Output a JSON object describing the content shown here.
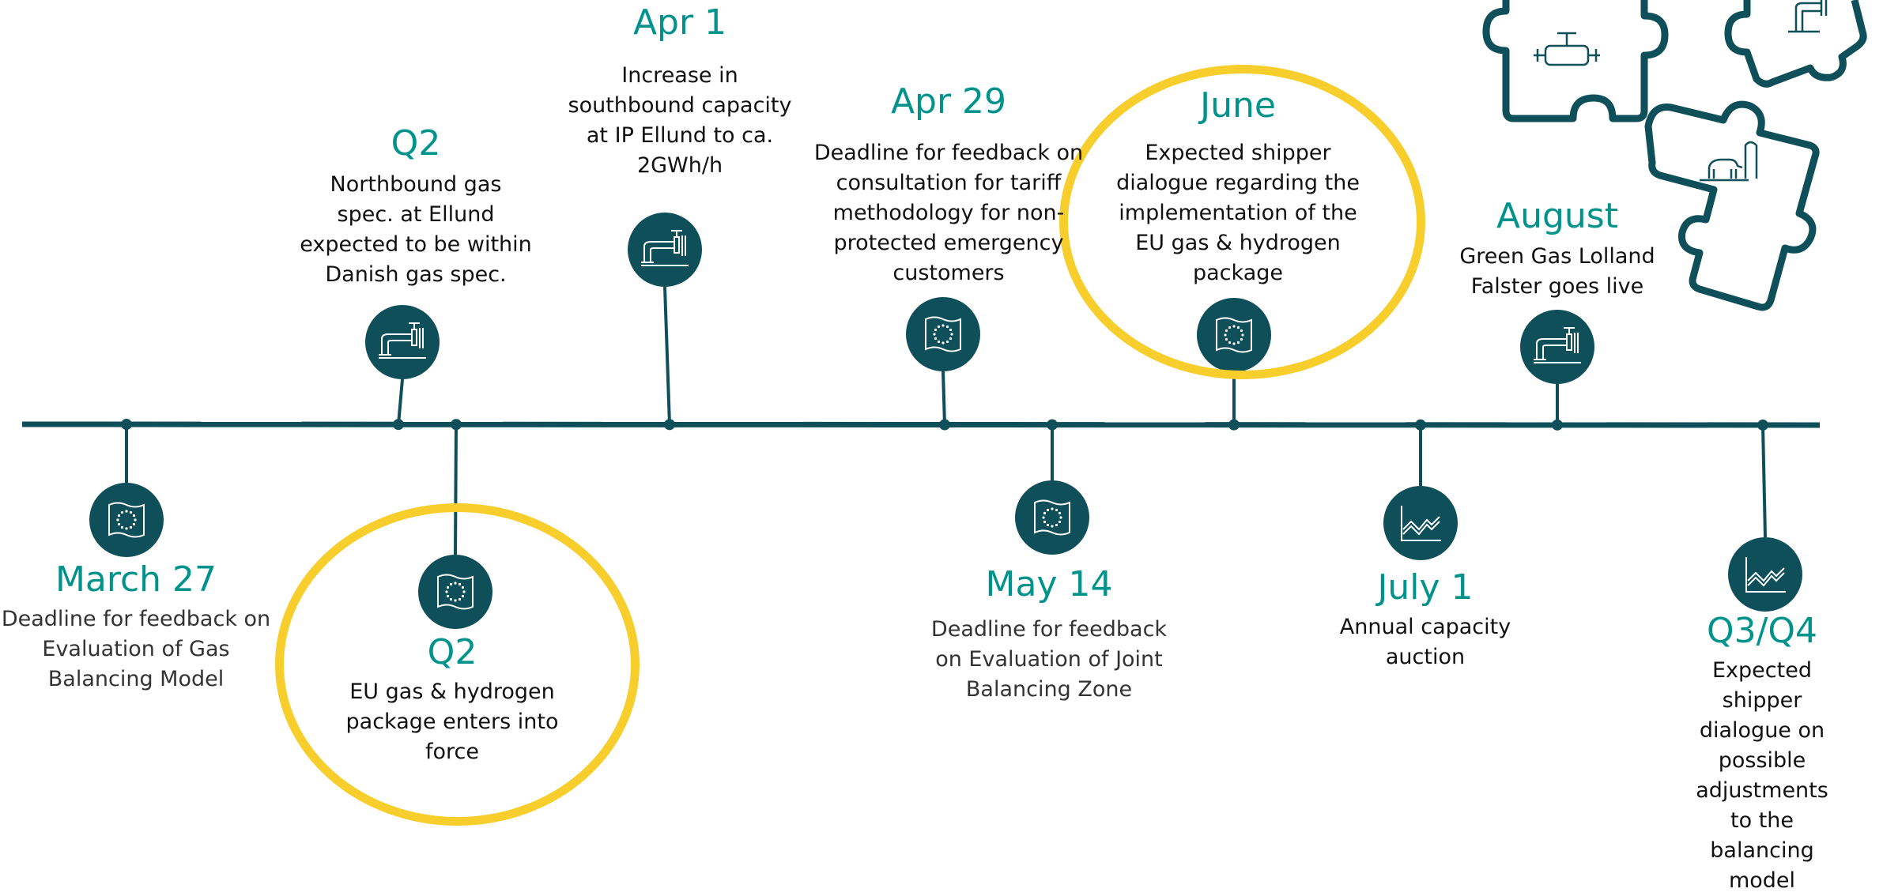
{
  "colors": {
    "accent": "#00938c",
    "node": "#0e4f59",
    "highlight": "#f7ce2b"
  },
  "events": [
    {
      "id": "march27",
      "date": "March 27",
      "text": "Deadline for feedback on\nEvaluation of Gas\nBalancing Model",
      "icon": "eu-flag-icon",
      "highlighted": false
    },
    {
      "id": "q2-north",
      "date": "Q2",
      "text": "Northbound gas\nspec. at Ellund\nexpected to be within\nDanish gas spec.",
      "icon": "gas-pipe-valve-icon",
      "highlighted": false
    },
    {
      "id": "q2-eu",
      "date": "Q2",
      "text": "EU gas & hydrogen\npackage enters into\nforce",
      "icon": "eu-flag-icon",
      "highlighted": true
    },
    {
      "id": "apr1",
      "date": "Apr 1",
      "text": "Increase in\nsouthbound capacity\nat IP Ellund to ca.\n2GWh/h",
      "icon": "gas-pipe-valve-icon",
      "highlighted": false
    },
    {
      "id": "apr29",
      "date": "Apr 29",
      "text": "Deadline for feedback on\nconsultation for tariff\nmethodology for non-\nprotected emergency\ncustomers",
      "icon": "eu-flag-icon",
      "highlighted": false
    },
    {
      "id": "may14",
      "date": "May 14",
      "text": "Deadline for feedback\non Evaluation of Joint\nBalancing Zone",
      "icon": "eu-flag-icon",
      "highlighted": false
    },
    {
      "id": "june",
      "date": "June",
      "text": "Expected shipper\ndialogue regarding the\nimplementation of the\nEU gas & hydrogen\npackage",
      "icon": "eu-flag-icon",
      "highlighted": true
    },
    {
      "id": "july1",
      "date": "July 1",
      "text": "Annual capacity\nauction",
      "icon": "line-chart-icon",
      "highlighted": false
    },
    {
      "id": "august",
      "date": "August",
      "text": "Green Gas Lolland\nFalster goes live",
      "icon": "gas-pipe-valve-icon",
      "highlighted": false
    },
    {
      "id": "q3q4",
      "date": "Q3/Q4",
      "text": "Expected shipper\ndialogue on\npossible adjustments\nto the balancing model",
      "icon": "line-chart-icon",
      "highlighted": false
    }
  ],
  "decoration": {
    "puzzle_icons": [
      "gas-pipe-valve-icon",
      "biogas-cow-icon",
      "gas-pipe-valve-icon"
    ]
  }
}
